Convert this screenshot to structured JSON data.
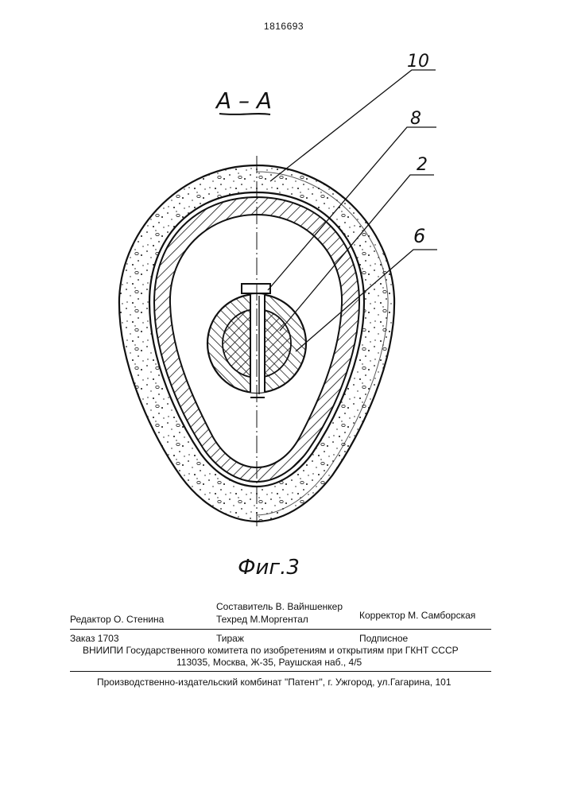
{
  "page_number": "1816693",
  "section_label": "А – А",
  "callouts": [
    "10",
    "8",
    "2",
    "6"
  ],
  "figure_caption": "Фиг.3",
  "colophon": {
    "editor": "Редактор О. Стенина",
    "compiler": "Составитель В. Вайншенкер",
    "techred": "Техред М.Моргентал",
    "corrector": "Корректор  М. Самборская",
    "order": "Заказ 1703",
    "circulation": "Тираж",
    "subscription": "Подписное",
    "institute": "ВНИИПИ Государственного комитета по изобретениям и открытиям при ГКНТ СССР",
    "address": "113035, Москва, Ж-35, Раушская наб., 4/5",
    "printer": "Производственно-издательский комбинат \"Патент\", г. Ужгород, ул.Гагарина, 101"
  }
}
